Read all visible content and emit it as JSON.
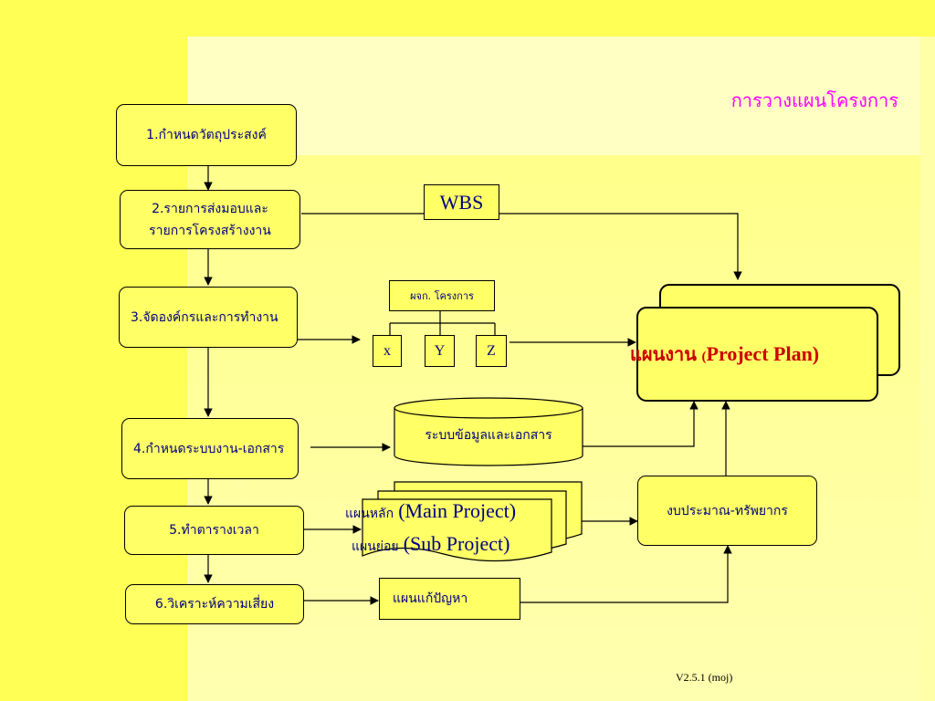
{
  "title": "การวางแผนโครงการ",
  "version": "V2.5.1 (moj)",
  "steps": [
    {
      "label": "1.กำหนดวัตถุประสงค์"
    },
    {
      "line1": "2.รายการส่งมอบและ",
      "line2": "รายการโครงสร้างงาน"
    },
    {
      "label": "3.จัดองค์กรและการทำงาน"
    },
    {
      "label": "4.กำหนดระบบงาน-เอกสาร"
    },
    {
      "label": "5.ทำตารางเวลา"
    },
    {
      "label": "6.วิเคราะห์ความเสี่ยง"
    }
  ],
  "wbs": "WBS",
  "org": {
    "manager": "ผจก. โครงการ",
    "teams": [
      "x",
      "Y",
      "Z"
    ]
  },
  "database": "ระบบข้อมูลและเอกสาร",
  "documents": {
    "main_th": "แผนหลัก",
    "main_en": "(Main Project)",
    "sub_th": "แผนย่อย",
    "sub_en": "(Sub Project)"
  },
  "budget": "งบประมาณ-ทรัพยากร",
  "risk_plan": "แผนแก้ปัญหา",
  "project_plan": {
    "th": "แผนงาน",
    "en_open": "(",
    "en_body": "Project Plan)"
  },
  "colors": {
    "background": "#ffffa8",
    "box_fill": "#ffff66",
    "text": "#000080",
    "title": "#ff00ff",
    "plan_text": "#cc0000"
  }
}
